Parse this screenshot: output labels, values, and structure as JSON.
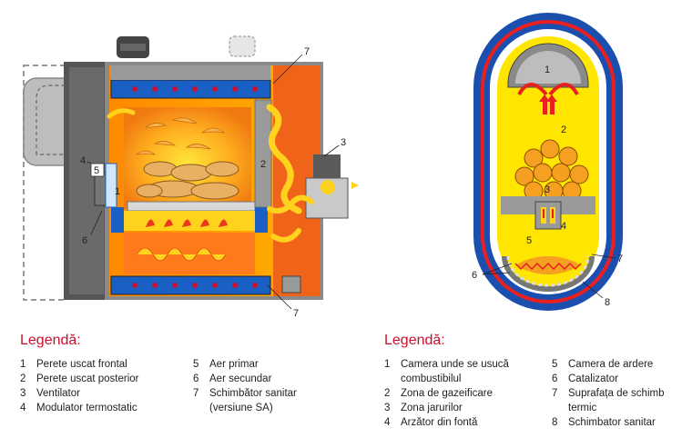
{
  "left_diagram": {
    "callouts": [
      "1",
      "2",
      "3",
      "4",
      "5",
      "6",
      "7",
      "7"
    ]
  },
  "right_diagram": {
    "callouts": [
      "1",
      "2",
      "3",
      "4",
      "5",
      "6",
      "7",
      "8"
    ]
  },
  "legend_left": {
    "title": "Legendă:",
    "col1": [
      {
        "n": "1",
        "t": "Perete uscat frontal"
      },
      {
        "n": "2",
        "t": "Perete uscat posterior"
      },
      {
        "n": "3",
        "t": "Ventilator"
      },
      {
        "n": "4",
        "t": "Modulator termostatic"
      }
    ],
    "col2": [
      {
        "n": "5",
        "t": "Aer primar"
      },
      {
        "n": "6",
        "t": "Aer secundar"
      },
      {
        "n": "7",
        "t": "Schimbător sanitar"
      },
      {
        "n": "",
        "t": "(versiune SA)"
      }
    ]
  },
  "legend_right": {
    "title": "Legendă:",
    "col1": [
      {
        "n": "1",
        "t": "Camera unde se usucă"
      },
      {
        "n": "",
        "t": "combustibilul"
      },
      {
        "n": "2",
        "t": "Zona de gazeificare"
      },
      {
        "n": "3",
        "t": "Zona jarurilor"
      },
      {
        "n": "4",
        "t": "Arzător din fontă"
      }
    ],
    "col2": [
      {
        "n": "5",
        "t": "Camera de ardere"
      },
      {
        "n": "6",
        "t": "Catalizator"
      },
      {
        "n": "7",
        "t": "Suprafața de schimb"
      },
      {
        "n": "",
        "t": "termic"
      },
      {
        "n": "8",
        "t": "Schimbator sanitar"
      }
    ]
  },
  "colors": {
    "legend_title": "#c8102e",
    "fire_orange": "#f08a1c",
    "fire_yellow": "#ffd21e",
    "water_blue": "#1a5fc4",
    "steel_grey": "#9a9a9a"
  }
}
